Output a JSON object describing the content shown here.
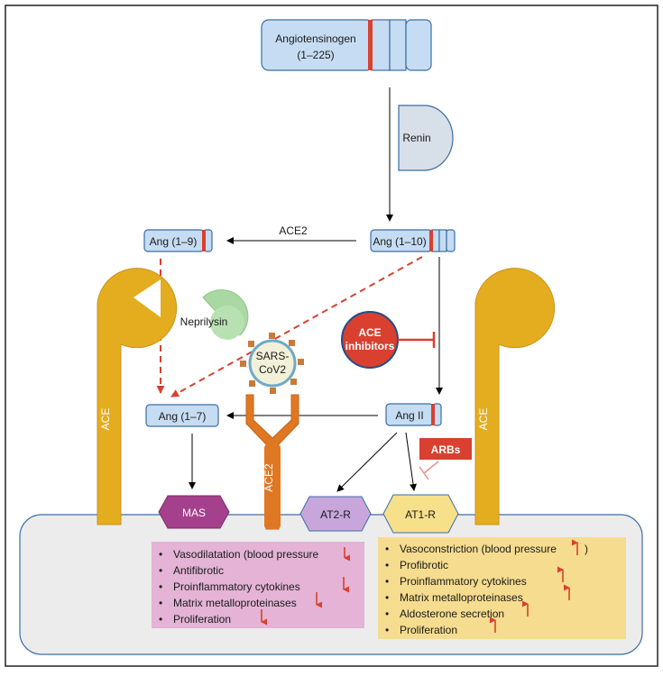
{
  "angiotensinogen": {
    "line1": "Angiotensinogen",
    "line2": "(1–225)"
  },
  "renin": "Renin",
  "ang_1_10": "Ang (1–10)",
  "ang_1_9": "Ang (1–9)",
  "ang_1_7": "Ang (1–7)",
  "ang_ii": "Ang II",
  "ace2_enzyme": "ACE2",
  "neprilysin": "Neprilysin",
  "ace_inhibitors": {
    "line1": "ACE",
    "line2": "inhibitors"
  },
  "sars": {
    "line1": "SARS-",
    "line2": "CoV2"
  },
  "arbs": "ARBs",
  "ace_left": "ACE",
  "ace_right": "ACE",
  "ace2_receptor": "ACE2",
  "receptors": {
    "mas": "MAS",
    "at2r": "AT2-R",
    "at1r": "AT1-R"
  },
  "mas_effects": [
    "Vasodilatation (blood pressure",
    "Antifibrotic",
    "Proinflammatory cytokines",
    "Matrix metalloproteinases",
    "Proliferation"
  ],
  "at1_effects": [
    "Vasoconstriction (blood pressure",
    "Profibrotic",
    "Proinflammatory cytokines",
    "Matrix metalloproteinases",
    "Aldosterone secretion",
    "Proliferation"
  ],
  "closing_paren": ")",
  "colors": {
    "box_fill": "#c6dcf2",
    "box_stroke": "#3a6ea5",
    "ace_gold": "#e4ad1f",
    "ace2_orange": "#e07722",
    "red": "#d9402f",
    "mas_fill": "#a4408c",
    "at2_fill": "#c8a6dc",
    "at1_fill": "#f6e08a",
    "pink_panel": "#e4b3d6",
    "yellow_panel": "#f6dc8e",
    "membrane": "#ececec"
  }
}
